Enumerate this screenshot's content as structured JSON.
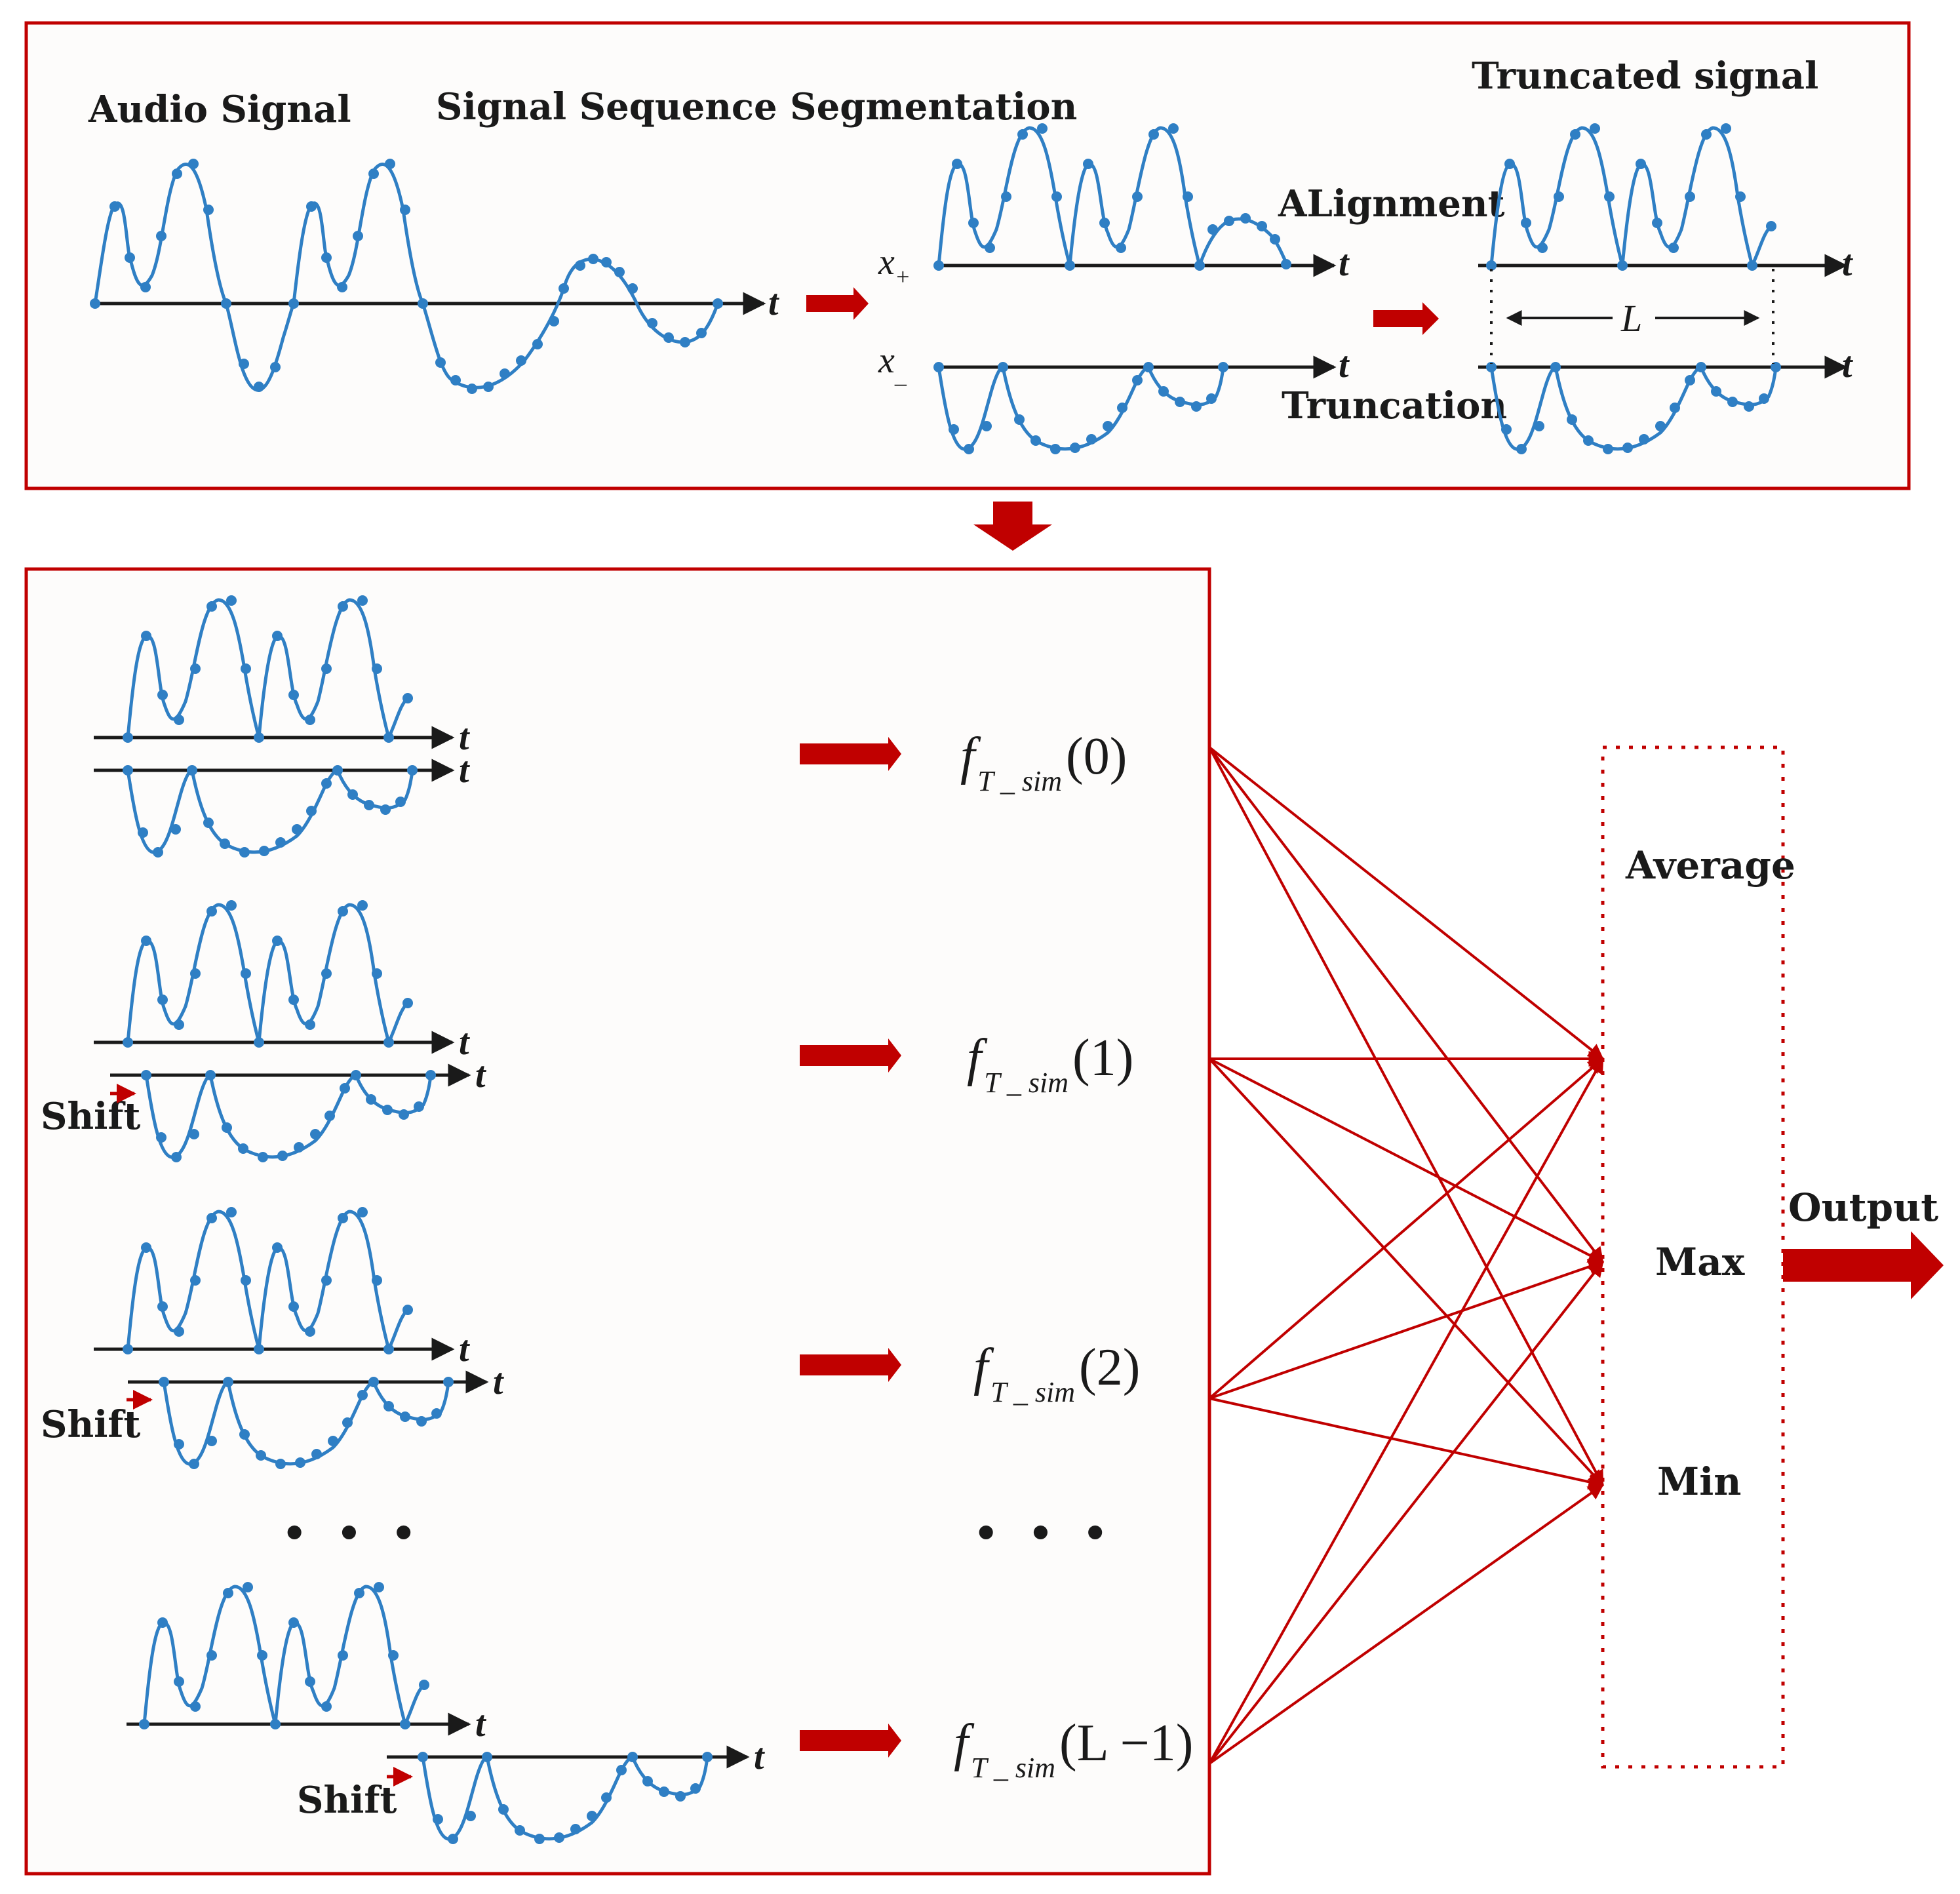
{
  "top_panel": {
    "audio_signal_label": "Audio Signal",
    "segmentation_label": "Signal Sequence Segmentation",
    "alignment_label": "ALignment",
    "truncation_label": "Truncation",
    "truncated_label": "Truncated signal",
    "x_plus": "x",
    "x_plus_sub": "+",
    "x_minus": "x",
    "x_minus_sub": "_",
    "length_label": "L",
    "axis_label": "t"
  },
  "bottom_panel": {
    "shift_label": "Shift",
    "ellipsis": "• • •",
    "functions": [
      {
        "f": "f",
        "sub": "T _ sim",
        "arg": "(0)"
      },
      {
        "f": "f",
        "sub": "T _ sim",
        "arg": "(1)"
      },
      {
        "f": "f",
        "sub": "T _ sim",
        "arg": "(2)"
      },
      {
        "f": "f",
        "sub": "T _ sim",
        "arg": "(L −1)"
      }
    ]
  },
  "aggregation": {
    "average_label": "Average",
    "max_label": "Max",
    "min_label": "Min",
    "output_label": "Output"
  },
  "colors": {
    "frame": "#c00000",
    "arrow": "#c00000",
    "signal": "#2f7fc4",
    "axis": "#1a1a1a"
  }
}
